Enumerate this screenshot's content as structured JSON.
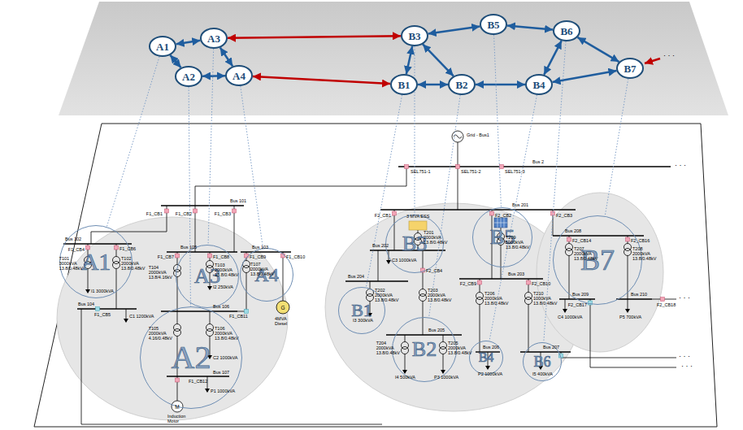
{
  "diagram": {
    "nodes": [
      {
        "text": [
          "A1"
        ]
      },
      {
        "text": [
          "A2"
        ]
      },
      {
        "text": [
          "A3"
        ]
      },
      {
        "text": [
          "A4"
        ]
      },
      {
        "text": [
          "B1"
        ]
      },
      {
        "text": [
          "B2"
        ]
      },
      {
        "text": [
          "B3"
        ]
      },
      {
        "text": [
          "B4"
        ]
      },
      {
        "text": [
          "B5"
        ]
      },
      {
        "text": [
          "B6"
        ]
      },
      {
        "text": [
          "B7"
        ]
      },
      {
        "text": [
          "A1"
        ]
      },
      {
        "text": [
          "A2"
        ]
      },
      {
        "text": [
          "A3"
        ]
      },
      {
        "text": [
          "A4"
        ]
      },
      {
        "text": [
          "B1"
        ]
      },
      {
        "text": [
          "B2"
        ]
      },
      {
        "text": [
          "B3"
        ]
      },
      {
        "text": [
          "B4"
        ]
      },
      {
        "text": [
          "B5"
        ]
      },
      {
        "text": [
          "B6"
        ]
      },
      {
        "text": [
          "B7"
        ]
      }
    ],
    "edges": [
      {
        "from": 0,
        "to": 1,
        "arrow": "both"
      },
      {
        "from": 0,
        "to": 2,
        "arrow": "both"
      },
      {
        "from": 1,
        "to": 3,
        "arrow": "both"
      },
      {
        "from": 2,
        "to": 3,
        "arrow": "both"
      },
      {
        "from": 2,
        "to": 6,
        "arrow": "both"
      },
      {
        "from": 4,
        "to": 3,
        "arrow": "both"
      },
      {
        "from": 4,
        "to": 6,
        "arrow": "both"
      },
      {
        "from": 4,
        "to": 5,
        "arrow": "both"
      },
      {
        "from": 6,
        "to": 5,
        "arrow": "both"
      },
      {
        "from": 6,
        "to": 8,
        "arrow": "both"
      },
      {
        "from": 8,
        "to": 9,
        "arrow": "both"
      },
      {
        "from": 5,
        "to": 7,
        "arrow": "both"
      },
      {
        "from": 7,
        "to": 9,
        "arrow": "both"
      },
      {
        "from": 9,
        "to": 10,
        "arrow": "both"
      },
      {
        "from": 7,
        "to": 10,
        "arrow": "both"
      },
      {
        "from": 0,
        "to": 11,
        "arrow": "none"
      },
      {
        "from": 1,
        "to": 12,
        "arrow": "none"
      },
      {
        "from": 2,
        "to": 13,
        "arrow": "none"
      },
      {
        "from": 3,
        "to": 14,
        "arrow": "none"
      },
      {
        "from": 4,
        "to": 15,
        "arrow": "none"
      },
      {
        "from": 5,
        "to": 16,
        "arrow": "none"
      },
      {
        "from": 6,
        "to": 17,
        "arrow": "none"
      },
      {
        "from": 7,
        "to": 18,
        "arrow": "none"
      },
      {
        "from": 8,
        "to": 19,
        "arrow": "none"
      },
      {
        "from": 9,
        "to": 20,
        "arrow": "none"
      },
      {
        "from": 10,
        "to": 21,
        "arrow": "none"
      }
    ],
    "labels": [
      "Grid - Bus1",
      "Bus 2",
      "SEL751-1",
      "SEL751-2",
      "SEL751-3",
      "· · ·",
      "· · ·",
      "Bus 101",
      "F1_CB1",
      "F1_CB2",
      "F1_CB3",
      "Bus 102",
      "F1_CB4",
      "F1_CB6",
      "T101 3000kVA 13.8/0.48kV",
      "T102 2000kVA 13.8/0.48kV",
      "I1 3000kVA",
      "Bus 104",
      "F1_CB5",
      "C1 1200kVA",
      "Bus 105",
      "F1_CB7",
      "F1_CB8",
      "T104 2000kVA 13.8/4.16kV",
      "T103 2000kVA 13.8/0.48kV",
      "I2 250kVA",
      "Bus 103",
      "F1_CB9",
      "F1_CB10",
      "T107 2000kVA 13.8/0.48kV",
      "G",
      "4MVA Diesel",
      "Bus 106",
      "F1_CB11",
      "T105 2000kVA 4.16/0.48kV",
      "T106 2000kVA 13.8/0.48kV",
      "C2 1000kVA",
      "Bus 107",
      "F1_CB12",
      "P1 1000kVA",
      "M",
      "Induction Motor",
      "Bus 201",
      "F2_CB1",
      "F2_CB2",
      "F2_CB3",
      "3 MVA ESS",
      "Bus 202",
      "C3 1000kVA",
      "T201 2000kVA 13.8/0.48kV",
      "Bus 204",
      "F2_CB4",
      "I3 300kVA",
      "T202 2000kVA 13.8/0.48kV",
      "T203 2000kVA 13.8/0.48kV",
      "Bus 205",
      "T204 2000kVA 13.8/0.48kV",
      "T205 2000kVA 13.8/0.48kV",
      "I4 500kVA",
      "P3 1000kVA",
      "T209 5000kVA 13.8/0.48kV",
      "Bus 203",
      "F2_CB9",
      "F2_CB10",
      "T206 2000kVA 13.8/0.48kV",
      "T210 1000kVA 13.8/0.48kV",
      "Bus 206",
      "P2 1000kVA",
      "Bus 207",
      "I5 400kVA",
      "Bus 208",
      "F2_CB14",
      "F2_CB16",
      "T207 2000kVA 13.8/0.48kV",
      "T208 2000kVA 13.8/0.48kV",
      "Bus 209",
      "C4 1000kVA",
      "F2_CB17",
      "Bus 210",
      "P5 700kVA",
      "F2_CB18",
      "· · ·",
      "· · ·",
      "· · ·"
    ]
  }
}
